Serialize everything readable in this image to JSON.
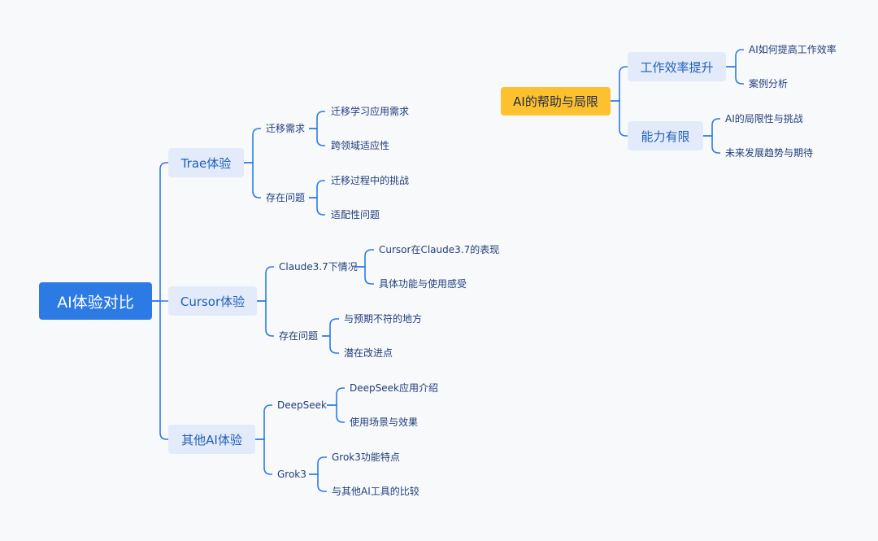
{
  "colors": {
    "line": "#2c7be5",
    "root_bg": "#2c7be5",
    "hub_bg": "#fdc02f",
    "main_bg": "#e3ebfb",
    "text": "#1f3f7a"
  },
  "root": {
    "label": "AI体验对比"
  },
  "branches": [
    {
      "label": "Trae体验",
      "children": [
        {
          "label": "迁移需求",
          "children": [
            "迁移学习应用需求",
            "跨领域适应性"
          ]
        },
        {
          "label": "存在问题",
          "children": [
            "迁移过程中的挑战",
            "适配性问题"
          ]
        }
      ]
    },
    {
      "label": "Cursor体验",
      "children": [
        {
          "label": "Claude3.7下情况",
          "children": [
            "Cursor在Claude3.7的表现",
            "具体功能与使用感受"
          ]
        },
        {
          "label": "存在问题",
          "children": [
            "与预期不符的地方",
            "潜在改进点"
          ]
        }
      ]
    },
    {
      "label": "其他AI体验",
      "children": [
        {
          "label": "DeepSeek",
          "children": [
            "DeepSeek应用介绍",
            "使用场景与效果"
          ]
        },
        {
          "label": "Grok3",
          "children": [
            "Grok3功能特点",
            "与其他AI工具的比较"
          ]
        }
      ]
    }
  ],
  "hub": {
    "label": "AI的帮助与局限",
    "children": [
      {
        "label": "工作效率提升",
        "children": [
          "AI如何提高工作效率",
          "案例分析"
        ]
      },
      {
        "label": "能力有限",
        "children": [
          "AI的局限性与挑战",
          "未来发展趋势与期待"
        ]
      }
    ]
  }
}
